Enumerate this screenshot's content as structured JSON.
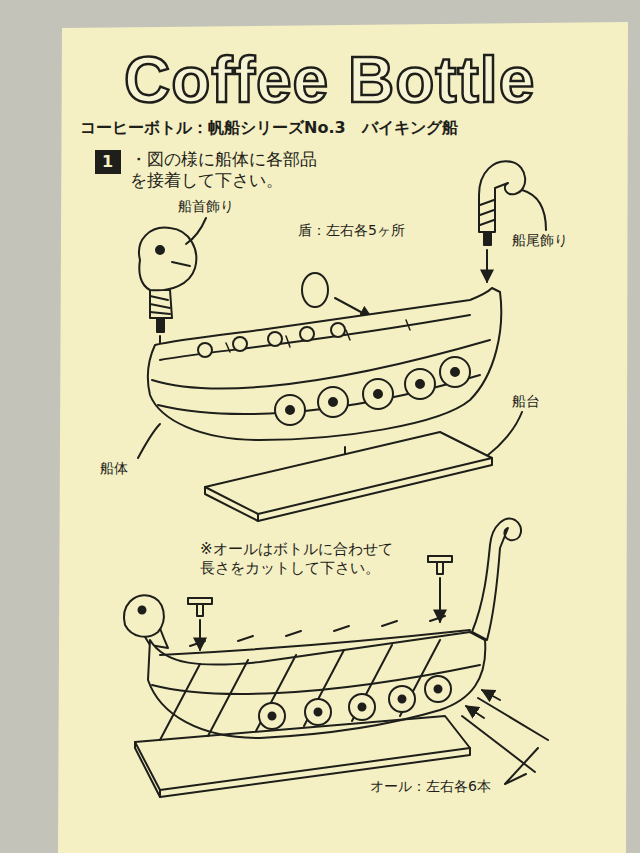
{
  "diagram": {
    "title": "Coffee Bottle",
    "nodes": [
      {
        "text": [
          "1"
        ]
      }
    ],
    "labels": [
      "コーヒーボトル：帆船シリーズNo.3　バイキング船",
      "・図の様に船体に各部品を接着して下さい。",
      "船首飾り",
      "盾：左右各5ヶ所",
      "船尾飾り",
      "船台",
      "船体",
      "※オールはボトルに合わせて長さをカットして下さい。",
      "オール：左右各6本"
    ]
  }
}
